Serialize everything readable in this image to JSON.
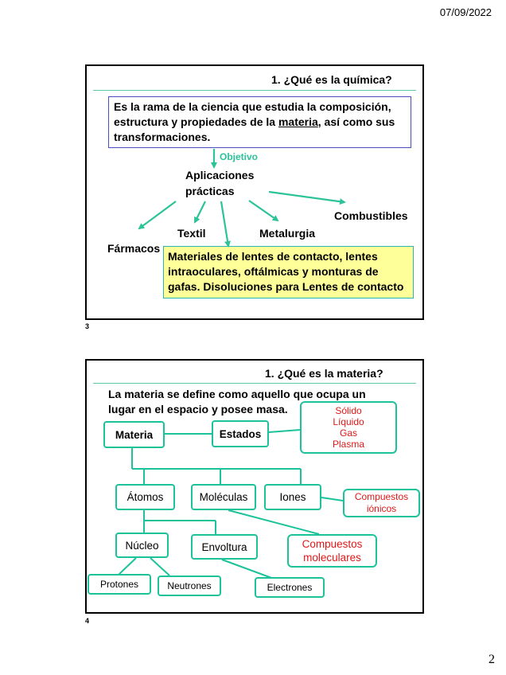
{
  "header": {
    "date": "07/09/2022"
  },
  "footer": {
    "page_number": "2"
  },
  "slide1": {
    "number": "3",
    "title": "1. ¿Qué es la química?",
    "definition": {
      "before": "Es la rama de la ciencia que estudia la composición, estructura y propiedades  de la ",
      "underlined": "materia",
      "after": ", así como sus transformaciones."
    },
    "objective_label": "Objetivo",
    "applications_line1": "Aplicaciones",
    "applications_line2": "prácticas",
    "branches": {
      "farmacos": "Fármacos",
      "textil": "Textil",
      "metalurgia": "Metalurgia",
      "combustibles": "Combustibles"
    },
    "highlight": "Materiales de lentes de contacto, lentes intraoculares, oftálmicas y monturas de gafas. Disoluciones para Lentes de contacto"
  },
  "slide2": {
    "number": "4",
    "title": "1. ¿Qué es la materia?",
    "definition": "La materia se define como aquello que ocupa un lugar en el espacio y posee masa.",
    "nodes": {
      "materia": "Materia",
      "estados": "Estados",
      "atomos": "Átomos",
      "moleculas": "Moléculas",
      "iones": "Iones",
      "nucleo": "Núcleo",
      "envoltura": "Envoltura",
      "protones": "Protones",
      "neutrones": "Neutrones",
      "electrones": "Electrones",
      "compuestos_moleculares": "Compuestos moleculares",
      "compuestos_ionicos_1": "Compuestos",
      "compuestos_ionicos_2": "iónicos"
    },
    "states": [
      "Sólido",
      "Líquido",
      "Gas",
      "Plasma"
    ],
    "colors": {
      "accent": "#1cc39a",
      "red": "#e01818"
    }
  }
}
